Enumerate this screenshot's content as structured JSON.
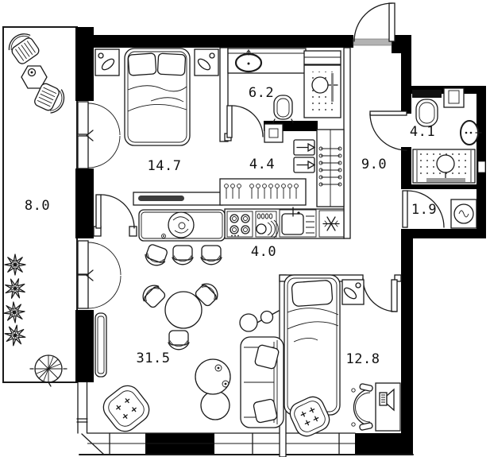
{
  "meta": {
    "type": "apartment-floor-plan",
    "units": "m2"
  },
  "colors": {
    "walls": "#000000",
    "lines": "#1a1a1a",
    "background": "#ffffff",
    "threshold": "#b3b3b3",
    "tv_screen": "#3d3d3d"
  },
  "rooms": {
    "balcony": {
      "area": "8.0"
    },
    "bedroom": {
      "area": "14.7"
    },
    "bathroom": {
      "area": "6.2"
    },
    "hallway": {
      "area": "4.4"
    },
    "corridor": {
      "area": "9.0"
    },
    "shower_room": {
      "area": "4.1"
    },
    "storage": {
      "area": "1.9"
    },
    "kitchen": {
      "area": "4.0"
    },
    "living_room": {
      "area": "31.5"
    },
    "bedroom_2": {
      "area": "12.8"
    }
  }
}
